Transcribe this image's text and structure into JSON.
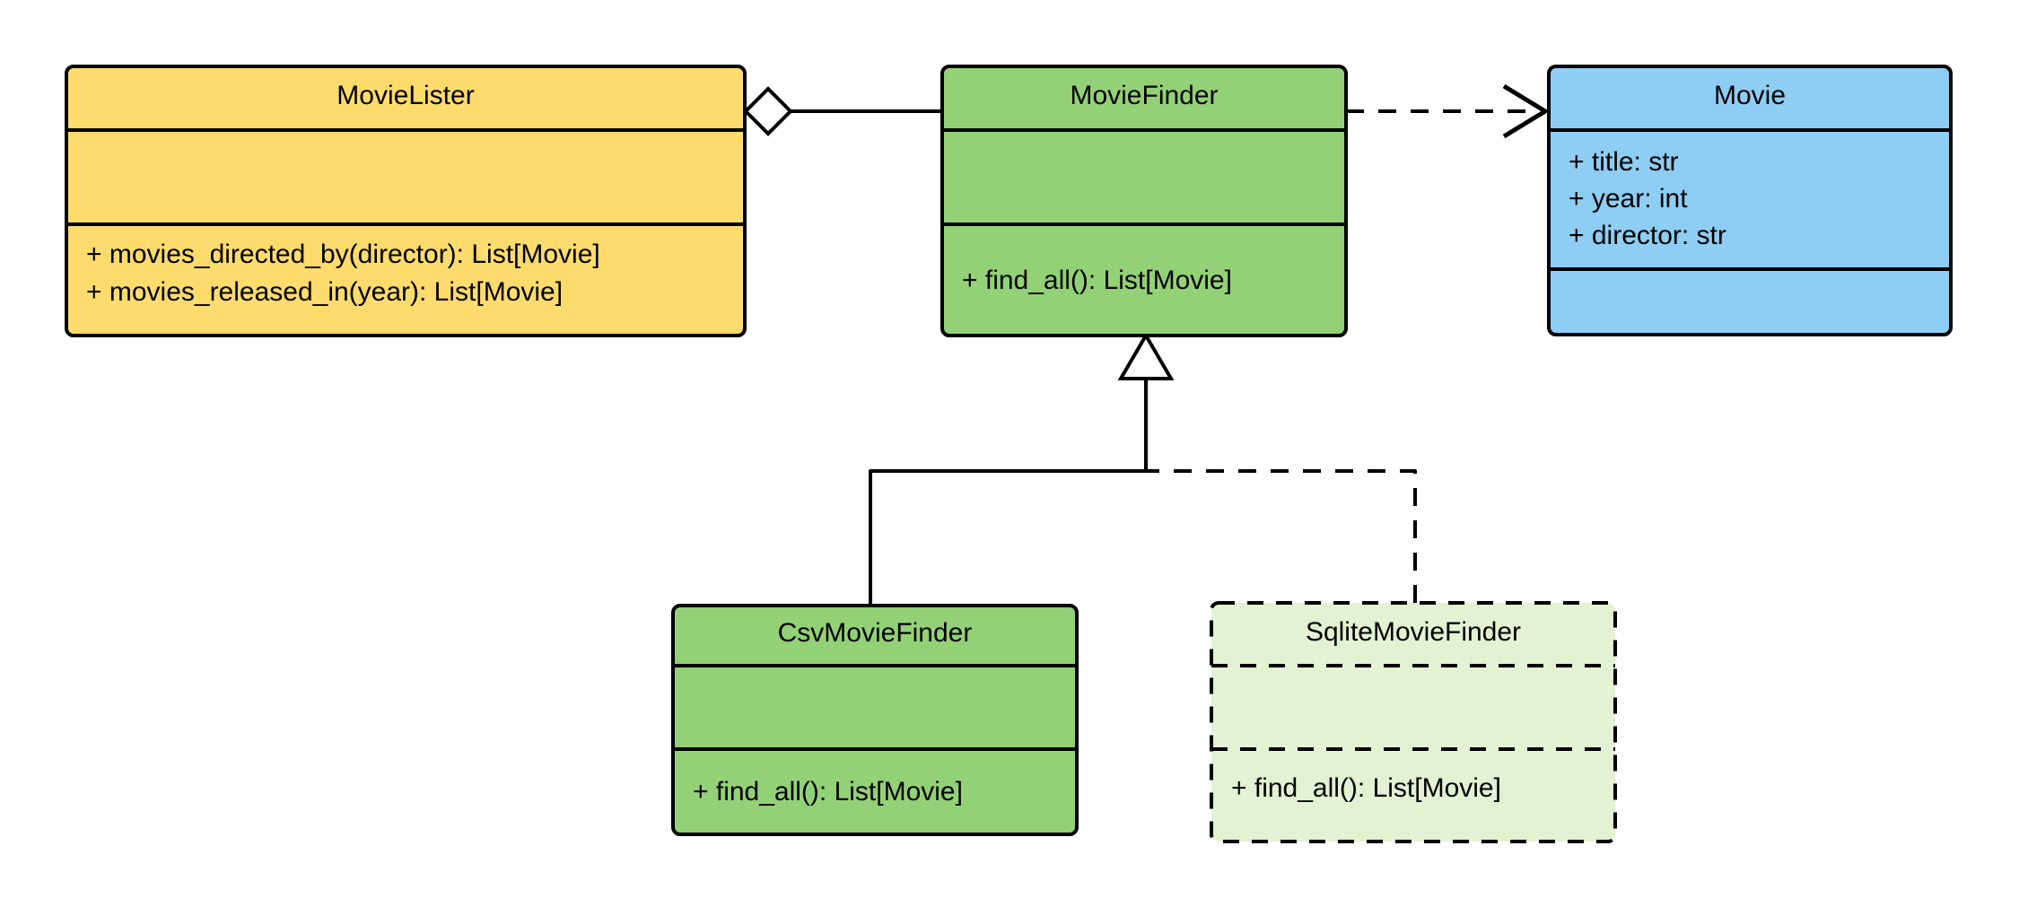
{
  "diagram": {
    "kind": "uml-class-diagram",
    "background_color": "#ffffff",
    "line_color": "#000000",
    "classes": [
      {
        "id": "movie-lister",
        "name": "MovieLister",
        "fill": "#fddb6d",
        "border_style": "solid",
        "attributes": [],
        "methods": [
          "+ movies_directed_by(director): List[Movie]",
          "+ movies_released_in(year): List[Movie]"
        ]
      },
      {
        "id": "movie-finder",
        "name": "MovieFinder",
        "fill": "#93d176",
        "border_style": "solid",
        "attributes": [],
        "methods": [
          "+ find_all(): List[Movie]"
        ]
      },
      {
        "id": "movie",
        "name": "Movie",
        "fill": "#8ecdf4",
        "border_style": "solid",
        "attributes": [
          "+ title: str",
          "+ year: int",
          "+ director: str"
        ],
        "methods": []
      },
      {
        "id": "csv-movie-finder",
        "name": "CsvMovieFinder",
        "fill": "#93d176",
        "border_style": "solid",
        "attributes": [],
        "methods": [
          "+ find_all(): List[Movie]"
        ]
      },
      {
        "id": "sqlite-movie-finder",
        "name": "SqliteMovieFinder",
        "fill": "#e2f2d2",
        "border_style": "dashed",
        "attributes": [],
        "methods": [
          "+ find_all(): List[Movie]"
        ]
      }
    ],
    "relationships": [
      {
        "id": "lister-finder-aggregation",
        "type": "aggregation",
        "from": "MovieLister",
        "to": "MovieFinder",
        "line_style": "solid",
        "marker": "hollow-diamond"
      },
      {
        "id": "finder-movie-dependency",
        "type": "dependency",
        "from": "MovieFinder",
        "to": "Movie",
        "line_style": "dashed",
        "marker": "open-arrow"
      },
      {
        "id": "csv-finder-inheritance",
        "type": "generalization",
        "from": "CsvMovieFinder",
        "to": "MovieFinder",
        "line_style": "solid",
        "marker": "hollow-triangle"
      },
      {
        "id": "sqlite-finder-inheritance",
        "type": "generalization",
        "from": "SqliteMovieFinder",
        "to": "MovieFinder",
        "line_style": "dashed",
        "marker": "hollow-triangle"
      }
    ]
  }
}
